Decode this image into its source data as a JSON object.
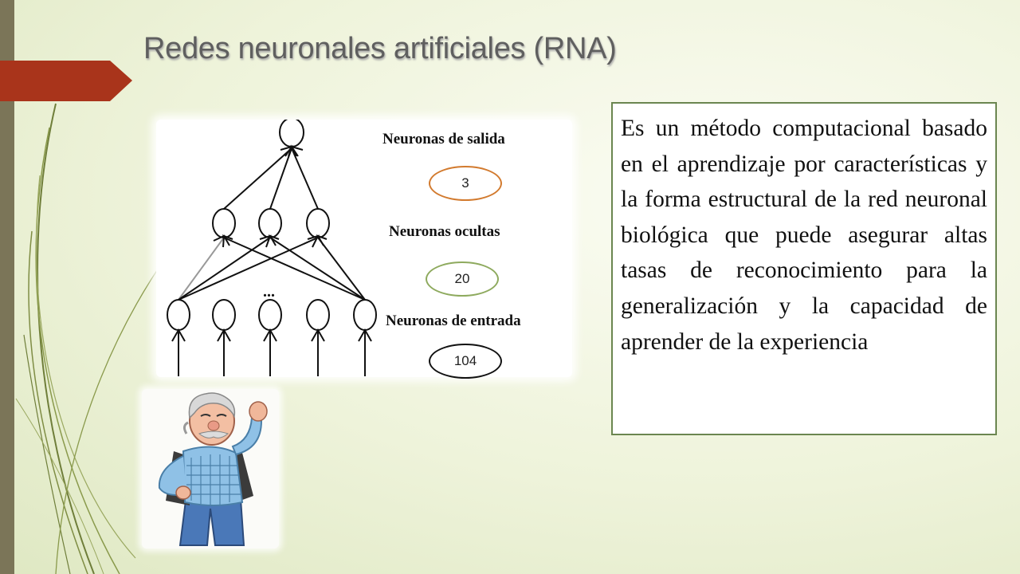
{
  "slide": {
    "title": "Redes neuronales artificiales (RNA)",
    "accent_color": "#a9341b",
    "sidebar_color": "#7b7558"
  },
  "diagram": {
    "layers": [
      {
        "label": "Neuronas de salida",
        "count": "3",
        "count_border": "#d27a2e"
      },
      {
        "label": "Neuronas ocultas",
        "count": "20",
        "count_border": "#8eaa5e"
      },
      {
        "label": "Neuronas de entrada",
        "count": "104",
        "count_border": "#111111"
      }
    ],
    "ellipsis": "..."
  },
  "description": "Es un método computacional basado en el aprendizaje por características y la forma estructural de la red neuronal biológica que puede asegurar altas tasas de reconocimiento para la generalización y la capacidad de aprender de la experiencia",
  "illustration": {
    "icon": "thinking-old-man-cartoon"
  }
}
